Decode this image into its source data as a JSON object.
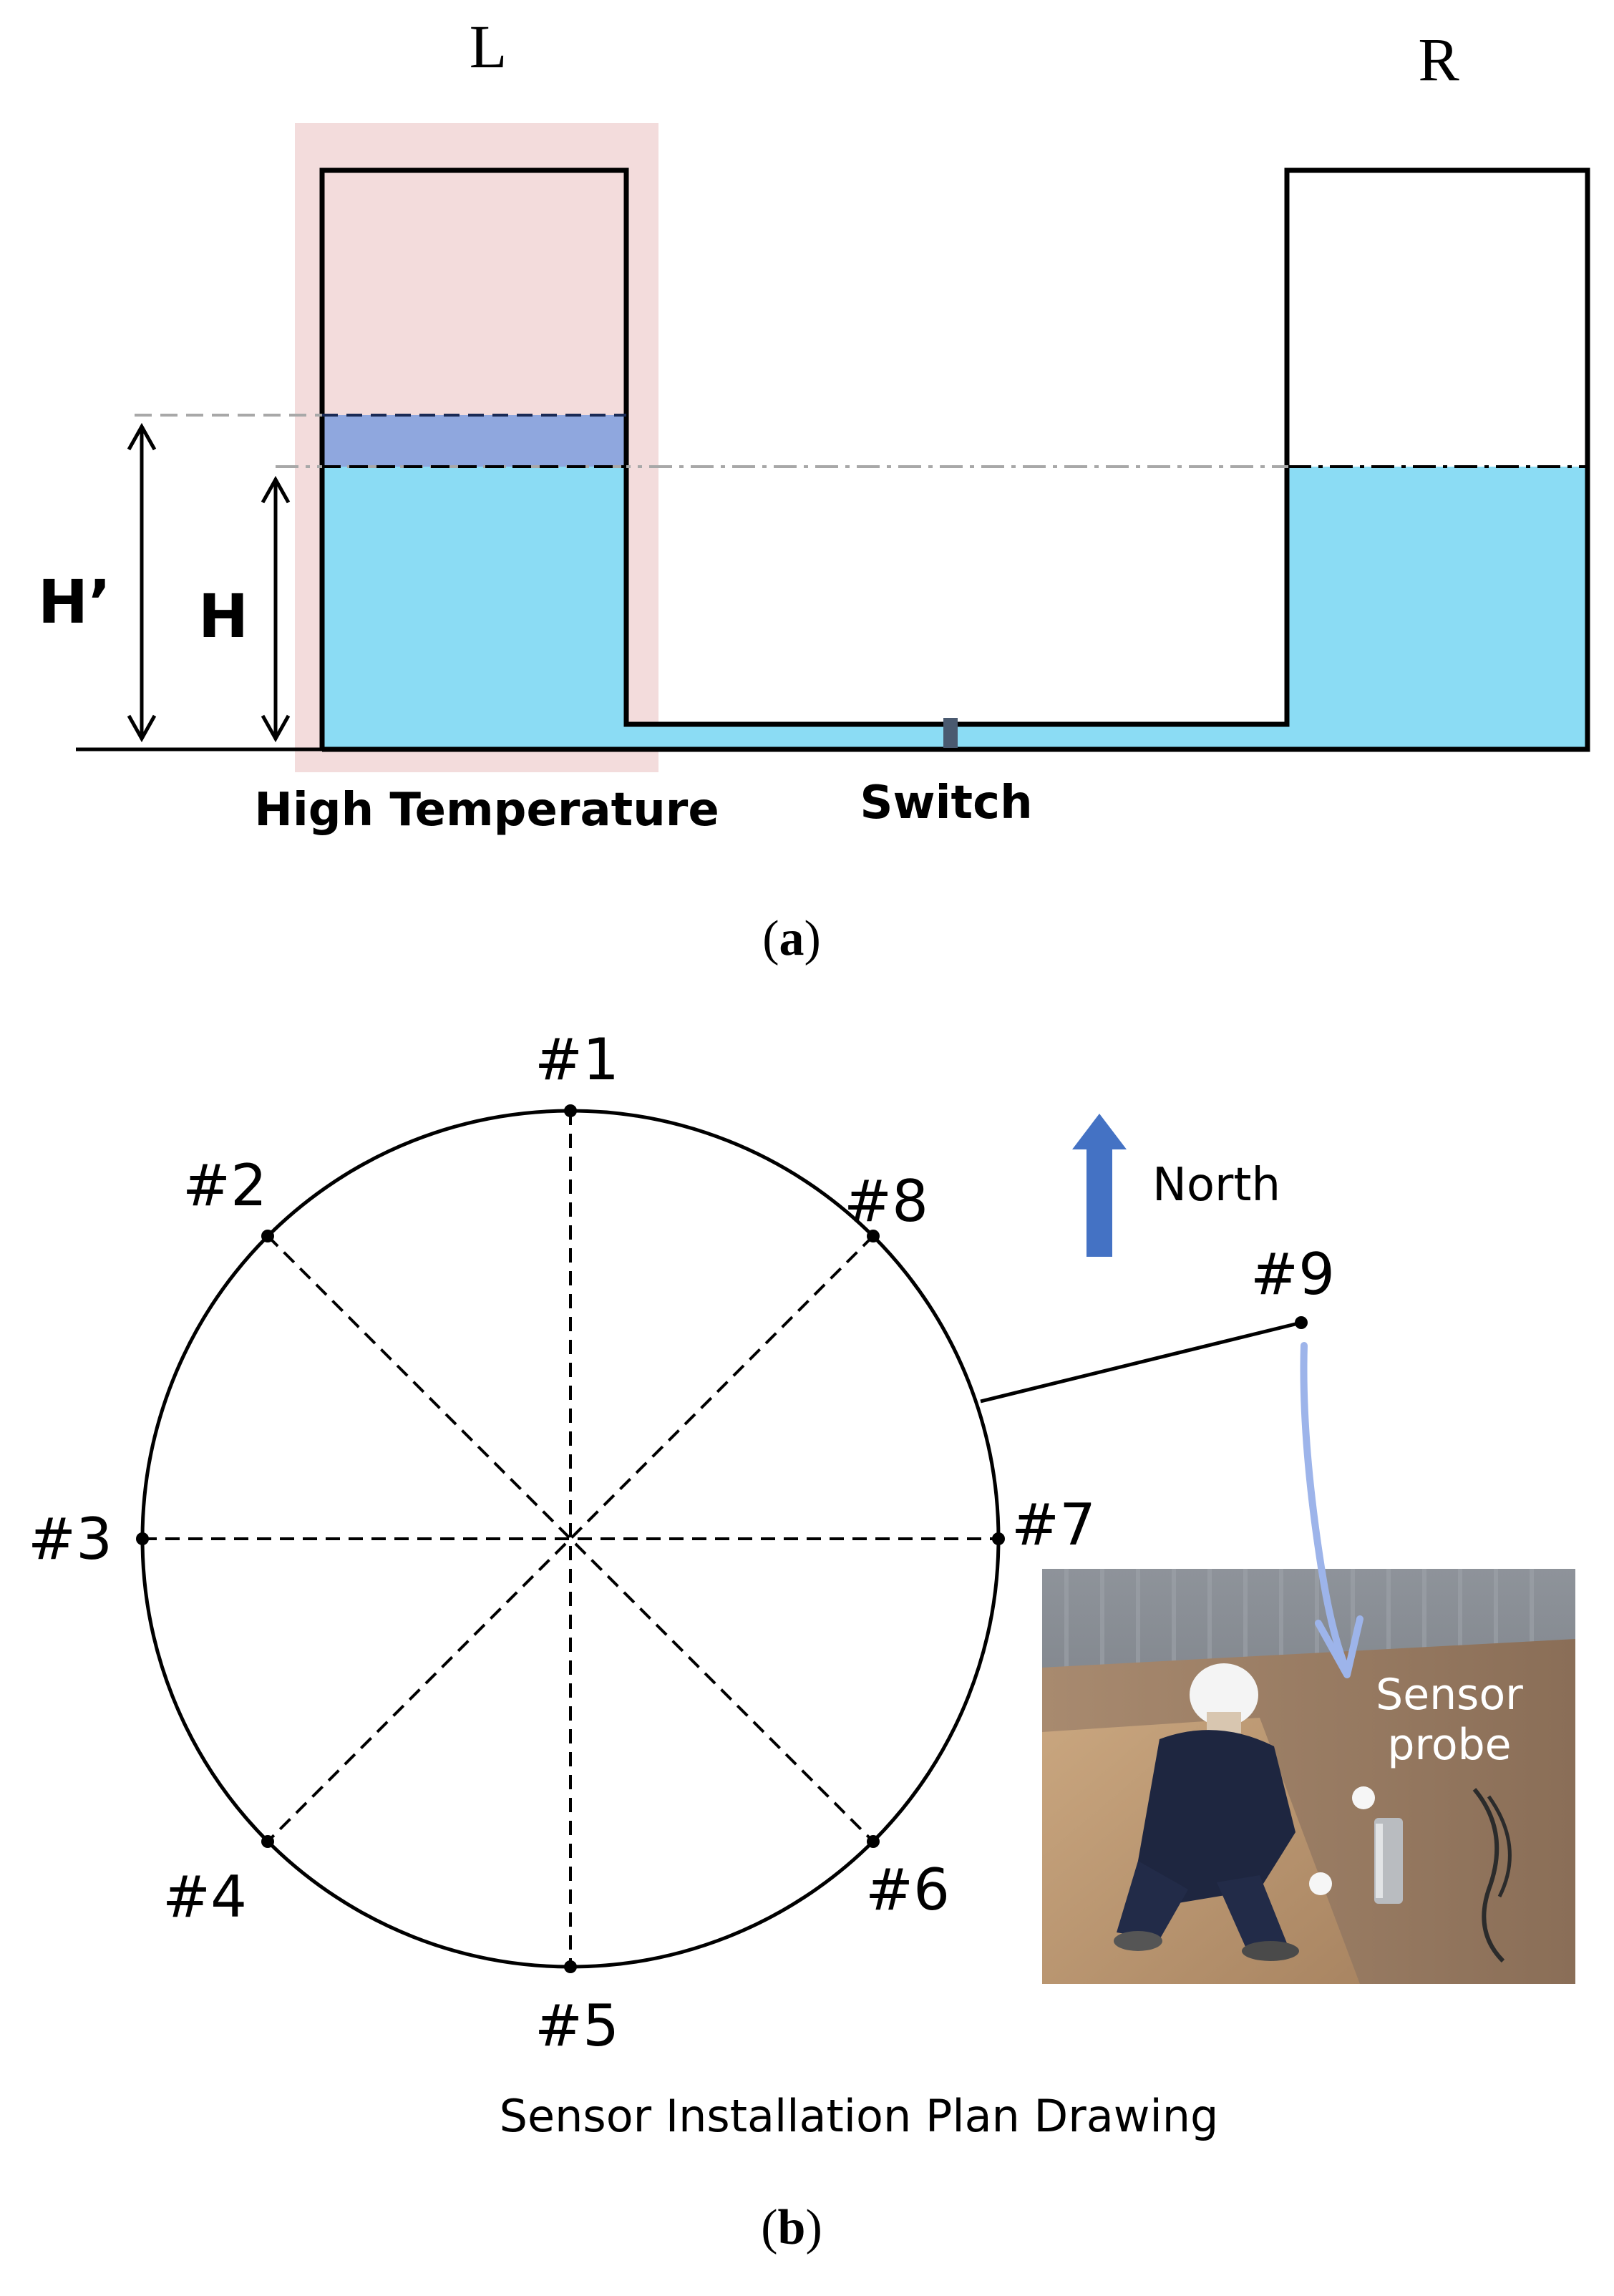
{
  "panel_a": {
    "label_left": "L",
    "label_right": "R",
    "label_h_prime": "H’",
    "label_h": "H",
    "label_high_temp": "High Temperature",
    "label_switch": "Switch",
    "caption_prefix": "(",
    "caption_letter": "a",
    "caption_suffix": ")",
    "colors": {
      "water": "#8bdcf4",
      "raised_water": "#8fa7de",
      "highlight": "#f3dcdc",
      "line": "#000000",
      "guide": "#a8a8a8"
    }
  },
  "panel_b": {
    "title": "Sensor Installation Plan Drawing",
    "points": [
      {
        "id": "p1",
        "label": "#1",
        "angle_deg": 90
      },
      {
        "id": "p2",
        "label": "#2",
        "angle_deg": 135
      },
      {
        "id": "p3",
        "label": "#3",
        "angle_deg": 180
      },
      {
        "id": "p4",
        "label": "#4",
        "angle_deg": 225
      },
      {
        "id": "p5",
        "label": "#5",
        "angle_deg": 270
      },
      {
        "id": "p6",
        "label": "#6",
        "angle_deg": 315
      },
      {
        "id": "p7",
        "label": "#7",
        "angle_deg": 0
      },
      {
        "id": "p8",
        "label": "#8",
        "angle_deg": 45
      }
    ],
    "external_point": "#9",
    "north_label": "North",
    "photo_label_line1": "Sensor",
    "photo_label_line2": "probe",
    "caption_prefix": "(",
    "caption_letter": "b",
    "caption_suffix": ")",
    "colors": {
      "north_arrow": "#4472c4",
      "pointer_arrow": "#9db4ea",
      "line": "#000000"
    }
  }
}
